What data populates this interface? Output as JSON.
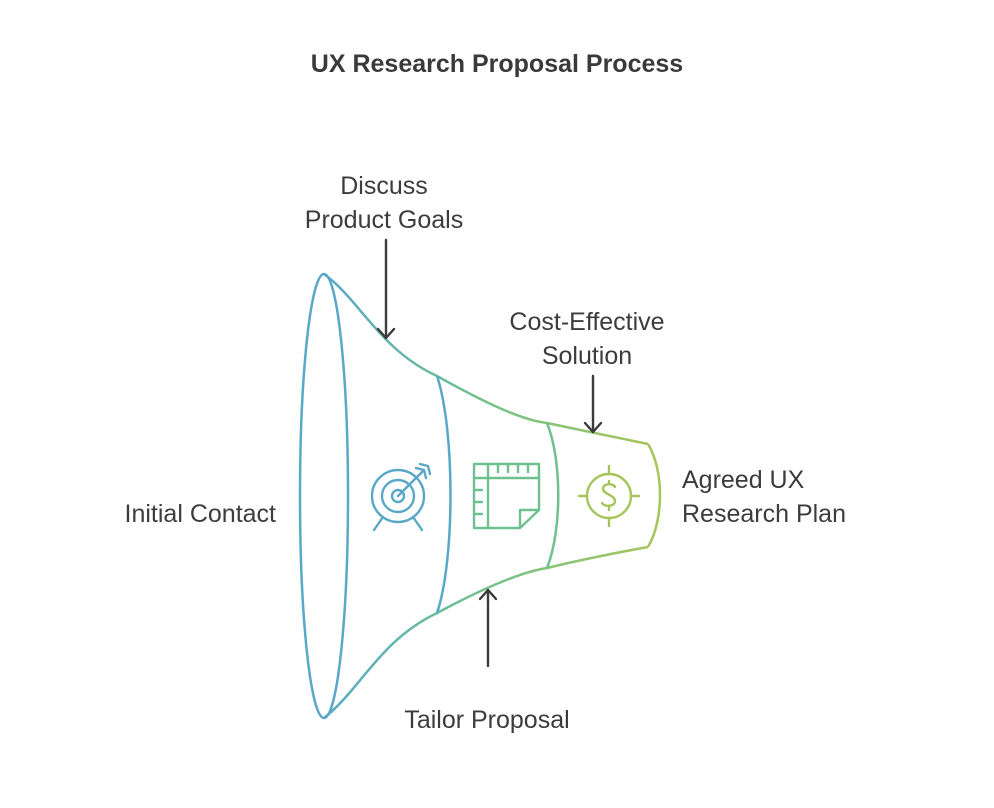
{
  "title": "UX Research Proposal Process",
  "labels": {
    "initial_contact": "Initial Contact",
    "discuss_goals_line1": "Discuss",
    "discuss_goals_line2": "Product Goals",
    "cost_effective_line1": "Cost-Effective",
    "cost_effective_line2": "Solution",
    "agreed_plan_line1": "Agreed UX",
    "agreed_plan_line2": "Research Plan",
    "tailor_proposal": "Tailor Proposal"
  },
  "icons": [
    "target-arrow-icon",
    "blueprint-icon",
    "dollar-target-icon"
  ],
  "colors": {
    "stage1": "#5aa8c8",
    "stage2": "#6ec18e",
    "stage3": "#a6c55a",
    "arrow": "#3b3b3b"
  }
}
